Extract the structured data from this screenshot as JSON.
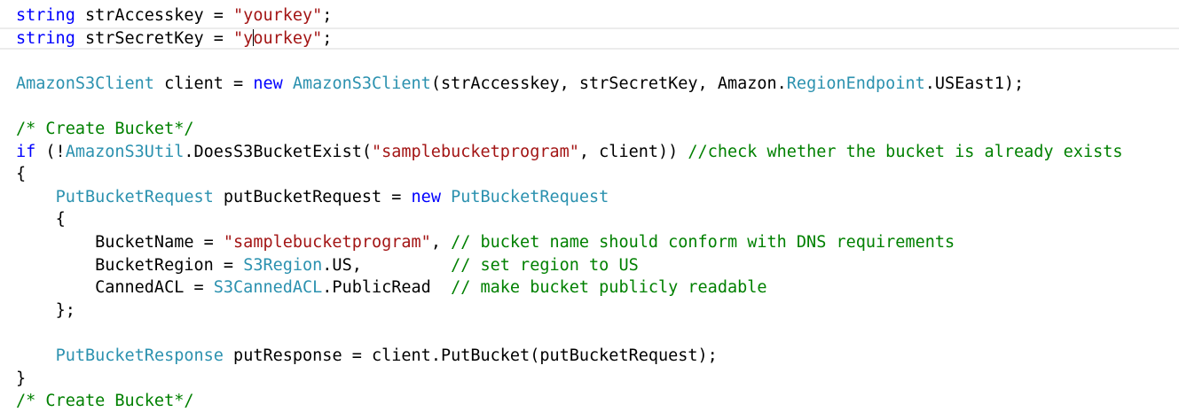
{
  "colors": {
    "keyword": "#0000ff",
    "type": "#2b91af",
    "string": "#a31515",
    "comment": "#008000",
    "plain": "#000000",
    "current_line_border": "#ececec"
  },
  "editor": {
    "caret_line": 2,
    "lines": [
      {
        "indent": "",
        "tokens": [
          {
            "k": "keyword",
            "t": "string"
          },
          {
            "k": "plain",
            "t": " strAccesskey = "
          },
          {
            "k": "string",
            "t": "\"yourkey\""
          },
          {
            "k": "plain",
            "t": ";"
          }
        ]
      },
      {
        "indent": "",
        "tokens": [
          {
            "k": "keyword",
            "t": "string"
          },
          {
            "k": "plain",
            "t": " strSecretKey = "
          },
          {
            "k": "string",
            "t": "\"y"
          },
          {
            "k": "caret",
            "t": ""
          },
          {
            "k": "string",
            "t": "ourkey\""
          },
          {
            "k": "plain",
            "t": ";"
          }
        ]
      },
      {
        "indent": "",
        "tokens": []
      },
      {
        "indent": "",
        "tokens": [
          {
            "k": "type",
            "t": "AmazonS3Client"
          },
          {
            "k": "plain",
            "t": " client = "
          },
          {
            "k": "keyword",
            "t": "new"
          },
          {
            "k": "plain",
            "t": " "
          },
          {
            "k": "type",
            "t": "AmazonS3Client"
          },
          {
            "k": "plain",
            "t": "(strAccesskey, strSecretKey, Amazon."
          },
          {
            "k": "type",
            "t": "RegionEndpoint"
          },
          {
            "k": "plain",
            "t": ".USEast1);"
          }
        ]
      },
      {
        "indent": "",
        "tokens": []
      },
      {
        "indent": "",
        "tokens": [
          {
            "k": "comment",
            "t": "/* Create Bucket*/"
          }
        ]
      },
      {
        "indent": "",
        "tokens": [
          {
            "k": "keyword",
            "t": "if"
          },
          {
            "k": "plain",
            "t": " (!"
          },
          {
            "k": "type",
            "t": "AmazonS3Util"
          },
          {
            "k": "plain",
            "t": ".DoesS3BucketExist("
          },
          {
            "k": "string",
            "t": "\"samplebucketprogram\""
          },
          {
            "k": "plain",
            "t": ", client)) "
          },
          {
            "k": "comment",
            "t": "//check whether the bucket is already exists"
          }
        ]
      },
      {
        "indent": "",
        "tokens": [
          {
            "k": "plain",
            "t": "{"
          }
        ]
      },
      {
        "indent": "    ",
        "tokens": [
          {
            "k": "type",
            "t": "PutBucketRequest"
          },
          {
            "k": "plain",
            "t": " putBucketRequest = "
          },
          {
            "k": "keyword",
            "t": "new"
          },
          {
            "k": "plain",
            "t": " "
          },
          {
            "k": "type",
            "t": "PutBucketRequest"
          }
        ]
      },
      {
        "indent": "    ",
        "tokens": [
          {
            "k": "plain",
            "t": "{"
          }
        ]
      },
      {
        "indent": "        ",
        "tokens": [
          {
            "k": "plain",
            "t": "BucketName = "
          },
          {
            "k": "string",
            "t": "\"samplebucketprogram\""
          },
          {
            "k": "plain",
            "t": ", "
          },
          {
            "k": "comment",
            "t": "// bucket name should conform with DNS requirements"
          }
        ]
      },
      {
        "indent": "        ",
        "tokens": [
          {
            "k": "plain",
            "t": "BucketRegion = "
          },
          {
            "k": "type",
            "t": "S3Region"
          },
          {
            "k": "plain",
            "t": ".US,         "
          },
          {
            "k": "comment",
            "t": "// set region to US"
          }
        ]
      },
      {
        "indent": "        ",
        "tokens": [
          {
            "k": "plain",
            "t": "CannedACL = "
          },
          {
            "k": "type",
            "t": "S3CannedACL"
          },
          {
            "k": "plain",
            "t": ".PublicRead  "
          },
          {
            "k": "comment",
            "t": "// make bucket publicly readable"
          }
        ]
      },
      {
        "indent": "    ",
        "tokens": [
          {
            "k": "plain",
            "t": "};"
          }
        ]
      },
      {
        "indent": "",
        "tokens": []
      },
      {
        "indent": "    ",
        "tokens": [
          {
            "k": "type",
            "t": "PutBucketResponse"
          },
          {
            "k": "plain",
            "t": " putResponse = client.PutBucket(putBucketRequest);"
          }
        ]
      },
      {
        "indent": "",
        "tokens": [
          {
            "k": "plain",
            "t": "}"
          }
        ]
      },
      {
        "indent": "",
        "tokens": [
          {
            "k": "comment",
            "t": "/* Create Bucket*/"
          }
        ]
      }
    ]
  }
}
